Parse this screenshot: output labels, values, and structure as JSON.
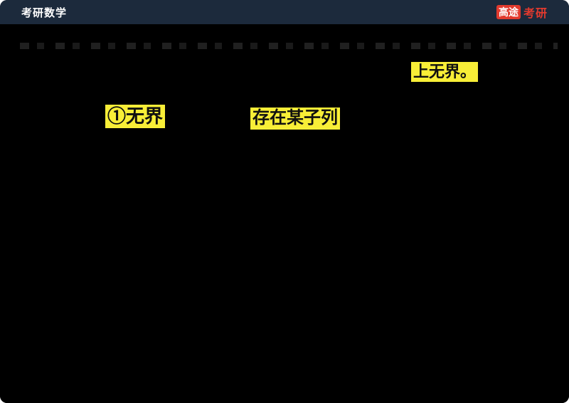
{
  "app": {
    "header": {
      "title": "考研数学",
      "logo": {
        "badge": "高途",
        "wordmark": "考研"
      }
    },
    "board": {
      "highlights": [
        {
          "text": "上无界。"
        },
        {
          "text": "①无界"
        },
        {
          "text": "存在某子列"
        }
      ]
    },
    "colors": {
      "header_bg": "#1c2a3c",
      "accent_red": "#e23a2e",
      "highlight_yellow": "#f8ee37",
      "board_bg": "#000000"
    }
  }
}
